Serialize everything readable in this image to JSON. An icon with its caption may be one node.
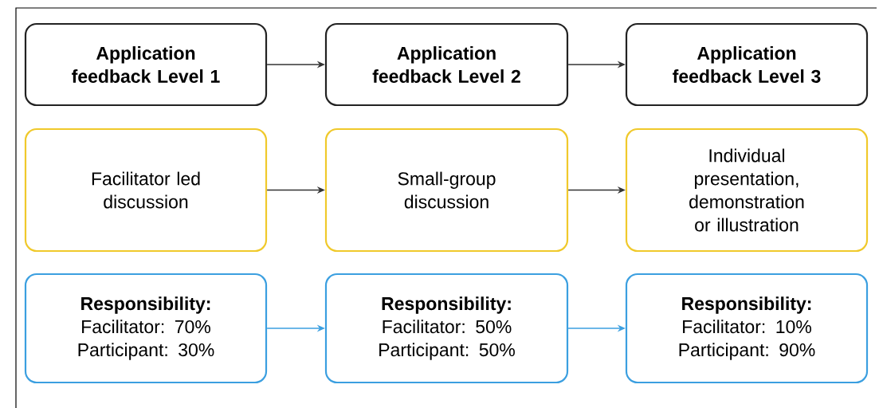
{
  "diagram": {
    "nodes": [
      {
        "text": [
          "Application feedback Level 1"
        ]
      },
      {
        "text": [
          "Application feedback Level 2"
        ]
      },
      {
        "text": [
          "Application feedback Level 3"
        ]
      },
      {
        "text": [
          "Facilitator led discussion"
        ]
      },
      {
        "text": [
          "Small-group discussion"
        ]
      },
      {
        "text": [
          "Individual presentation, demonstration or illustration"
        ]
      },
      {
        "text": [
          "Responsibility:",
          "Facilitator: 70%",
          "Participant: 30%"
        ]
      },
      {
        "text": [
          "Responsibility:",
          "Facilitator: 50%",
          "Participant: 50%"
        ]
      },
      {
        "text": [
          "Responsibility:",
          "Facilitator: 10%",
          "Participant: 90%"
        ]
      }
    ],
    "edges": [
      {
        "from": 0,
        "to": 1,
        "arrow": "to"
      },
      {
        "from": 1,
        "to": 2,
        "arrow": "to"
      },
      {
        "from": 3,
        "to": 4,
        "arrow": "to"
      },
      {
        "from": 4,
        "to": 5,
        "arrow": "to"
      },
      {
        "from": 6,
        "to": 7,
        "arrow": "to",
        "color": "#3b9fe0"
      },
      {
        "from": 7,
        "to": 8,
        "arrow": "to",
        "color": "#3b9fe0"
      }
    ]
  }
}
